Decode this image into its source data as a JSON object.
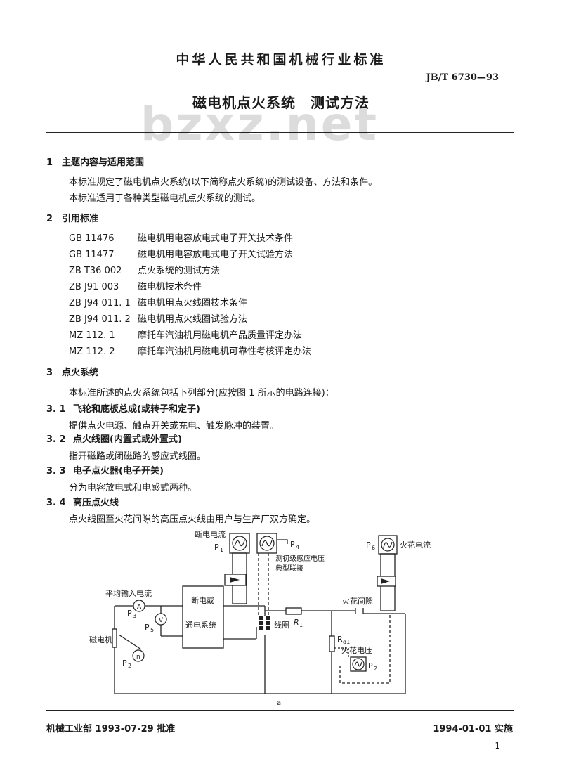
{
  "header": {
    "standard_series": "中华人民共和国机械行业标准",
    "code": "JB/T 6730—93",
    "title": "磁电机点火系统　测试方法",
    "watermark": "bzxz.net"
  },
  "sections": {
    "s1": {
      "num": "1",
      "title": "主题内容与适用范围",
      "p1": "本标准规定了磁电机点火系统(以下简称点火系统)的测试设备、方法和条件。",
      "p2": "本标准适用于各种类型磁电机点火系统的测试。"
    },
    "s2": {
      "num": "2",
      "title": "引用标准",
      "refs": [
        {
          "code": "GB 11476",
          "name": "磁电机用电容放电式电子开关技术条件"
        },
        {
          "code": "GB 11477",
          "name": "磁电机用电容放电式电子开关试验方法"
        },
        {
          "code": "ZB T36 002",
          "name": "点火系统的测试方法"
        },
        {
          "code": "ZB J91 003",
          "name": "磁电机技术条件"
        },
        {
          "code": "ZB J94 011. 1",
          "name": "磁电机用点火线圈技术条件"
        },
        {
          "code": "ZB J94 011. 2",
          "name": "磁电机用点火线圈试验方法"
        },
        {
          "code": "MZ 112. 1",
          "name": "摩托车汽油机用磁电机产品质量评定办法"
        },
        {
          "code": "MZ 112. 2",
          "name": "摩托车汽油机用磁电机可靠性考核评定办法"
        }
      ]
    },
    "s3": {
      "num": "3",
      "title": "点火系统",
      "intro": "本标准所述的点火系统包括下列部分(应按图 1 所示的电路连接)：",
      "subs": [
        {
          "num": "3. 1",
          "title": "飞轮和底板总成(或转子和定子)",
          "text": "提供点火电源、触点开关或充电、触发脉冲的装置。"
        },
        {
          "num": "3. 2",
          "title": "点火线圈(内置式或外置式)",
          "text": "指开磁路或闭磁路的感应式线圈。"
        },
        {
          "num": "3. 3",
          "title": "电子点火器(电子开关)",
          "text": "分为电容放电式和电感式两种。"
        },
        {
          "num": "3. 4",
          "title": "高压点火线",
          "text": "点火线圈至火花间隙的高压点火线由用户与生产厂双方确定。"
        }
      ]
    }
  },
  "diagram": {
    "labels": {
      "break_current": "断电电流",
      "p1": "P",
      "p1_sub": "1",
      "p4": "P",
      "p4_sub": "4",
      "primary_note_line1": "测初级感应电压",
      "primary_note_line2": "典型联接",
      "p6": "P",
      "p6_sub": "6",
      "spark_current": "火花电流",
      "avg_input_current": "平均输入电流",
      "p3": "P",
      "p3_sub": "3",
      "p5": "P",
      "p5_sub": "5",
      "switch_line1": "断电或",
      "switch_line2": "通电系统",
      "coil": "线圈",
      "r1": "R",
      "r1_sub": "1",
      "spark_gap": "火花间隙",
      "magneto": "磁电机",
      "p2": "P",
      "p2_sub": "2",
      "rd1": "R",
      "rd1_sub": "d1",
      "spark_voltage": "火花电压",
      "p7": "P",
      "p7_sub": "2",
      "meter_a": "A",
      "meter_v": "V",
      "meter_n": "n",
      "caption": "a"
    }
  },
  "footer": {
    "approval": "机械工业部 1993-07-29 批准",
    "implementation": "1994-01-01 实施",
    "page": "1"
  }
}
